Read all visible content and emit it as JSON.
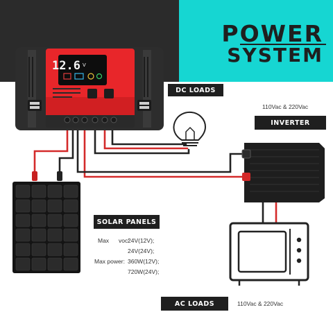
{
  "title": {
    "line1": "POWER",
    "line2": "SYSTEM"
  },
  "controller": {
    "display_value": "12.6",
    "display_unit": "V"
  },
  "labels": {
    "dc_loads": "DC LOADS",
    "inverter": "INVERTER",
    "solar_panels": "SOLAR PANELS",
    "ac_loads": "AC LOADS"
  },
  "inverter_note": "110Vac & 220Vac",
  "ac_loads_note": "110Vac & 220Vac",
  "solar_specs": {
    "max_label": "Max",
    "voc_label": "voc:",
    "voc_12": "24V(12V);",
    "voc_24": "24V(24V);",
    "power_label": "Max power:",
    "power_12": "360W(12V);",
    "power_24": "720W(24V);"
  },
  "colors": {
    "accent": "#16d6d2",
    "controller_red": "#e8262a",
    "wire_red": "#d42a2a",
    "dark": "#2b2b2b"
  }
}
